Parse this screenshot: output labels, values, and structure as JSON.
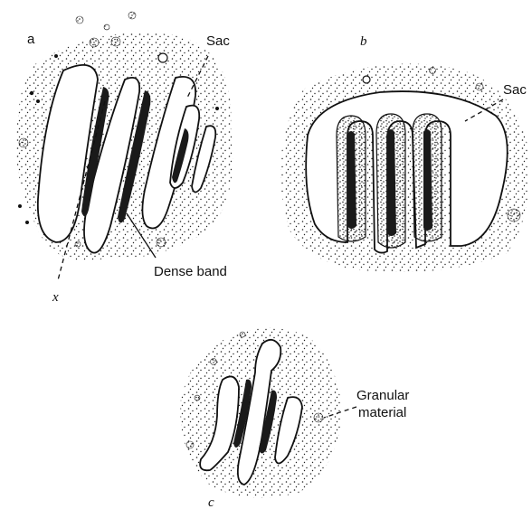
{
  "panels": {
    "a": {
      "letter": "a",
      "x_label": "x"
    },
    "b": {
      "letter": "b"
    },
    "c": {
      "letter": "c"
    }
  },
  "labels": {
    "sac_a": "Sac",
    "dense_band": "Dense band",
    "sac_b": "Sac",
    "granular_line1": "Granular",
    "granular_line2": "material"
  },
  "colors": {
    "ink": "#111111",
    "background": "#ffffff"
  }
}
